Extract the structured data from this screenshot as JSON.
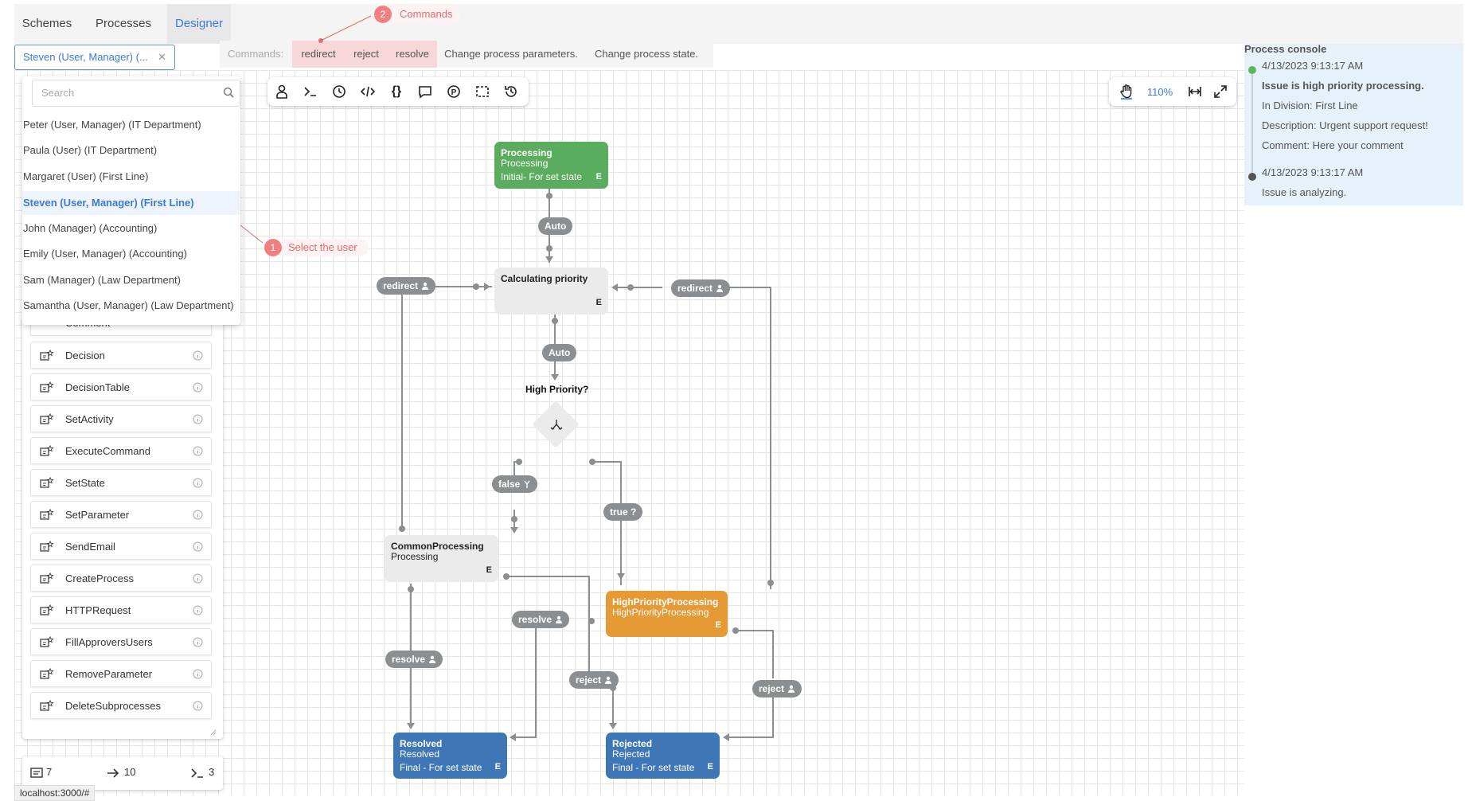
{
  "tabs": [
    {
      "label": "Schemes"
    },
    {
      "label": "Processes"
    },
    {
      "label": "Designer",
      "active": true
    }
  ],
  "user_select": {
    "value": "Steven (User, Manager) (..."
  },
  "commands": {
    "label": "Commands:",
    "items": [
      "redirect",
      "reject",
      "resolve"
    ],
    "actions": [
      "Change process parameters.",
      "Change process state."
    ]
  },
  "callouts": {
    "commands": {
      "number": "2",
      "text": "Commands"
    },
    "select_user": {
      "number": "1",
      "text": "Select the user"
    }
  },
  "dropdown": {
    "search_placeholder": "Search",
    "options": [
      "Peter (User, Manager) (IT Department)",
      "Paula (User) (IT Department)",
      "Margaret (User) (First Line)",
      "Steven (User, Manager) (First Line)",
      "John (Manager) (Accounting)",
      "Emily (User, Manager) (Accounting)",
      "Sam (Manager) (Law Department)",
      "Samantha (User, Manager) (Law Department)"
    ],
    "selected_index": 3
  },
  "palette": {
    "partial_item": "Comment",
    "items": [
      "Decision",
      "DecisionTable",
      "SetActivity",
      "ExecuteCommand",
      "SetState",
      "SetParameter",
      "SendEmail",
      "CreateProcess",
      "HTTPRequest",
      "FillApproversUsers",
      "RemoveParameter",
      "DeleteSubprocesses"
    ]
  },
  "stats": {
    "comments": "7",
    "transitions": "10",
    "commands": "3"
  },
  "status_url": "localhost:3000/#",
  "zoom": {
    "level": "110%"
  },
  "console": {
    "title": "Process console",
    "entries": [
      {
        "time": "4/13/2023 9:13:17 AM",
        "headline": "Issue is high priority processing.",
        "lines": [
          "In Division: First Line",
          "Description: Urgent support request!",
          "Comment: Here your comment"
        ],
        "color": "#5cb85c"
      },
      {
        "time": "4/13/2023 9:13:17 AM",
        "headline": "Issue is analyzing.",
        "lines": [],
        "color": "#555555"
      }
    ]
  },
  "nodes": {
    "processing": {
      "name": "Processing",
      "state": "Processing",
      "sub": "Initial- For set state",
      "flag": "E",
      "color": "#5aac5e"
    },
    "calculating": {
      "name": "Calculating priority",
      "flag": "E"
    },
    "decision": {
      "label": "High Priority?"
    },
    "common": {
      "name": "CommonProcessing",
      "state": "Processing",
      "flag": "E"
    },
    "high": {
      "name": "HighPriorityProcessing",
      "state": "HighPriorityProcessing",
      "flag": "E",
      "color": "#e59a35"
    },
    "resolved": {
      "name": "Resolved",
      "state": "Resolved",
      "sub": "Final - For set state",
      "flag": "E",
      "color": "#3f77b6"
    },
    "rejected": {
      "name": "Rejected",
      "state": "Rejected",
      "sub": "Final - For set state",
      "flag": "E",
      "color": "#3f77b6"
    }
  },
  "transitions": {
    "auto1": "Auto",
    "auto2": "Auto",
    "redirect_left": "redirect",
    "redirect_right": "redirect",
    "false_label": "false",
    "true_label": "true ?",
    "resolve_left": "resolve",
    "resolve_right": "resolve",
    "reject_mid": "reject",
    "reject_right": "reject"
  },
  "colors": {
    "accent": "#3d7ad6",
    "callout": "#e86a6a",
    "line": "#8b8f92"
  }
}
